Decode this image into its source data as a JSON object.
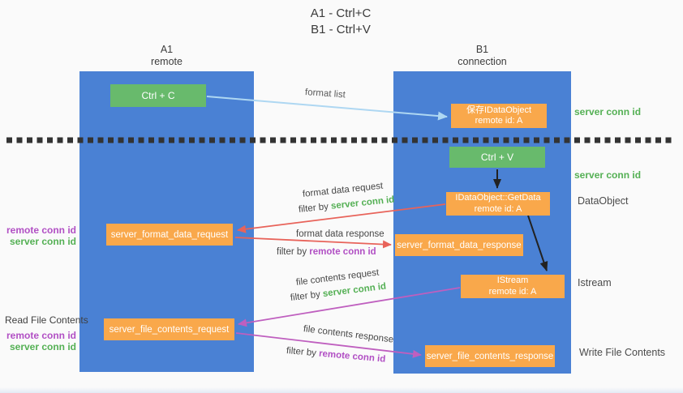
{
  "title": {
    "line1": "A1 - Ctrl+C",
    "line2": "B1 - Ctrl+V"
  },
  "colors": {
    "lane_blue": "#4a81d4",
    "box_green": "#68ba6c",
    "box_orange": "#f9a84b",
    "arrow_light_blue": "#aed7f2",
    "arrow_red": "#e8635a",
    "arrow_magenta": "#bf5fbf",
    "arrow_black": "#222222",
    "text_green": "#54b054",
    "text_purple": "#b14fc4"
  },
  "lanes": {
    "left": {
      "title": "A1",
      "subtitle": "remote"
    },
    "right": {
      "title": "B1",
      "subtitle": "connection"
    }
  },
  "nodes": {
    "ctrl_c": {
      "label": "Ctrl + C"
    },
    "save_idataobject": {
      "line1": "保存IDataObject",
      "line2": "remote id: A"
    },
    "ctrl_v": {
      "label": "Ctrl + V"
    },
    "getdata": {
      "line1": "IDataObject::GetData",
      "line2": "remote id: A"
    },
    "format_request": {
      "label": "server_format_data_request"
    },
    "format_response": {
      "label": "server_format_data_response"
    },
    "istream": {
      "line1": "IStream",
      "line2": "remote id: A"
    },
    "file_request": {
      "label": "server_file_contents_request"
    },
    "file_response": {
      "label": "server_file_contents_response"
    }
  },
  "side_labels": {
    "server_conn_id_top": "server conn id",
    "server_conn_id_mid": "server conn id",
    "dataobject": "DataObject",
    "istream": "Istream",
    "write_file": "Write File Contents",
    "read_file": "Read File Contents",
    "left_ids_top": {
      "remote": "remote conn id",
      "server": "server conn id"
    },
    "left_ids_bottom": {
      "remote": "remote conn id",
      "server": "server conn id"
    }
  },
  "flow_labels": {
    "format_list": "format list",
    "format_request": {
      "line1": "format data request",
      "filter_prefix": "filter by ",
      "filter_value": "server conn id"
    },
    "format_response": {
      "line1": "format data response",
      "filter_prefix": "filter by ",
      "filter_value": "remote conn id"
    },
    "file_request": {
      "line1": "file contents request",
      "filter_prefix": "filter by ",
      "filter_value": "server conn id"
    },
    "file_response": {
      "line1": "file contents response",
      "filter_prefix": "filter by ",
      "filter_value": "remote conn id"
    }
  }
}
